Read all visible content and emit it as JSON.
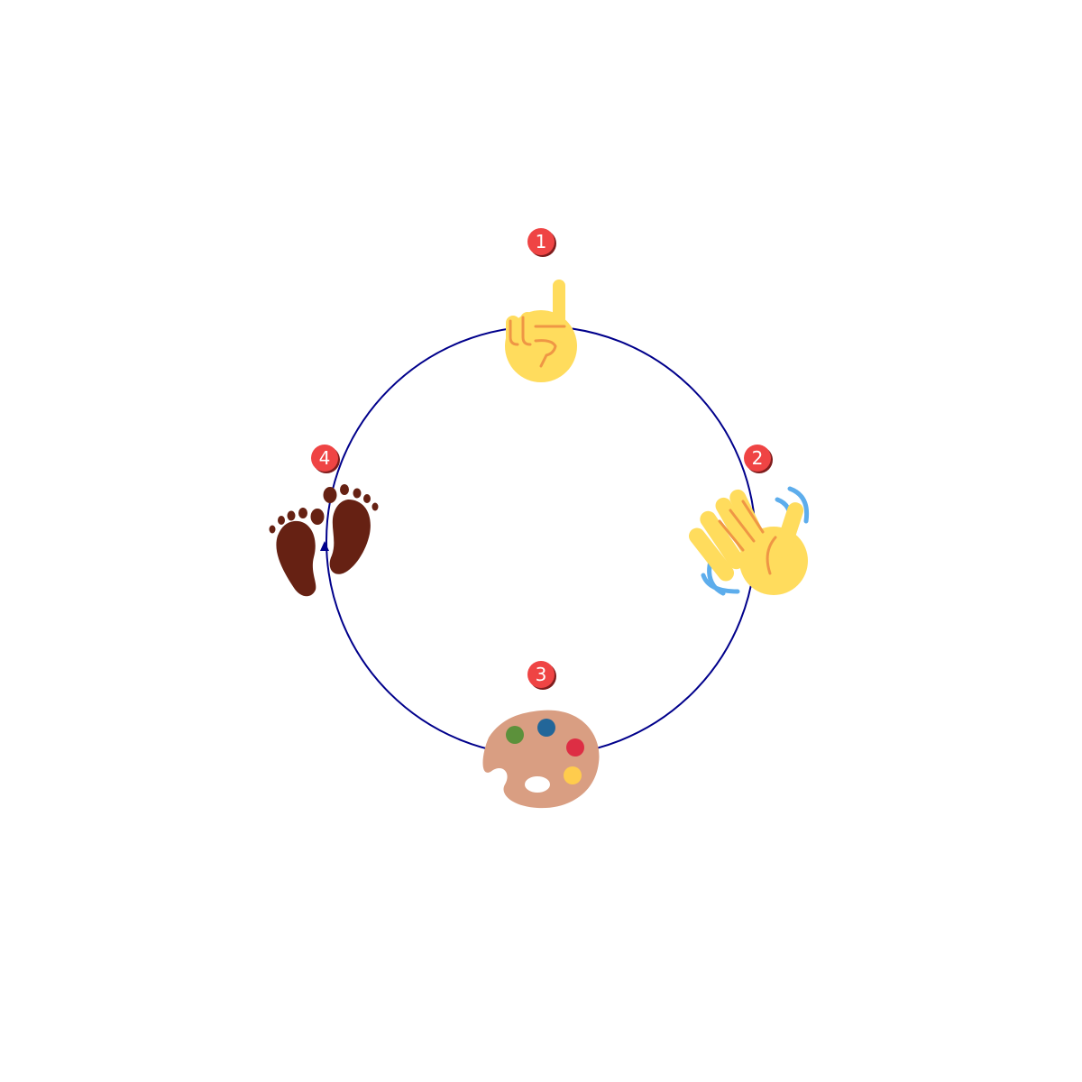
{
  "diagram": {
    "type": "cycle",
    "direction": "clockwise",
    "ring_color": "#00008b",
    "badge_color": "#ef4444",
    "badge_shadow_color": "#7f1d1d",
    "steps": [
      {
        "number": "1",
        "icon": "index-pointing-up-icon"
      },
      {
        "number": "2",
        "icon": "waving-hand-icon"
      },
      {
        "number": "3",
        "icon": "artist-palette-icon"
      },
      {
        "number": "4",
        "icon": "footprints-icon"
      }
    ]
  }
}
